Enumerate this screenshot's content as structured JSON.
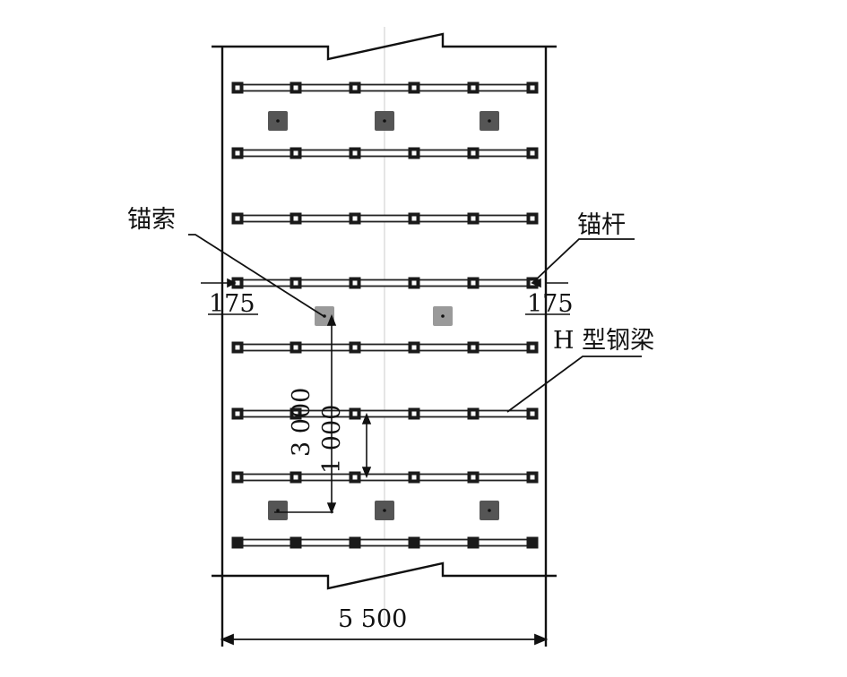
{
  "labels": {
    "anchor_cable": "锚索",
    "anchor_bolt": "锚杆",
    "h_steel_beam": "H 型钢梁"
  },
  "dimensions": {
    "edge_left": "175",
    "edge_right": "175",
    "cable_spacing": "3 000",
    "beam_spacing": "1 000",
    "roadway_width": "5 500"
  },
  "layout": {
    "beam_rows": 8,
    "bolts_per_beam": 6,
    "cable_rows": [
      {
        "after_beam": 1,
        "cables": 3
      },
      {
        "after_beam": 4,
        "cables": 2
      },
      {
        "after_beam": 7,
        "cables": 3
      }
    ]
  }
}
